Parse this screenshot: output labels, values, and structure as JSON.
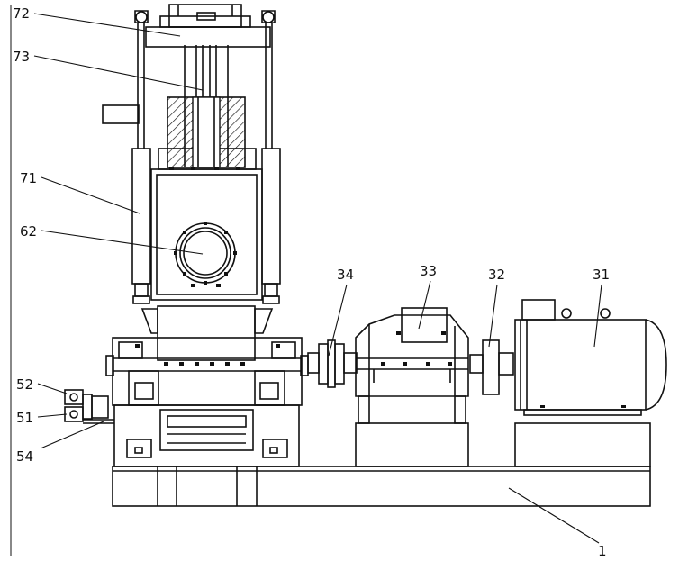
{
  "labels": {
    "l72": "72",
    "l73": "73",
    "l71": "71",
    "l62": "62",
    "l34": "34",
    "l33": "33",
    "l32": "32",
    "l31": "31",
    "l52": "52",
    "l51": "51",
    "l54": "54",
    "l1": "1"
  },
  "colors": {
    "line": "#111111",
    "background": "#ffffff",
    "hatch": "#111111"
  }
}
